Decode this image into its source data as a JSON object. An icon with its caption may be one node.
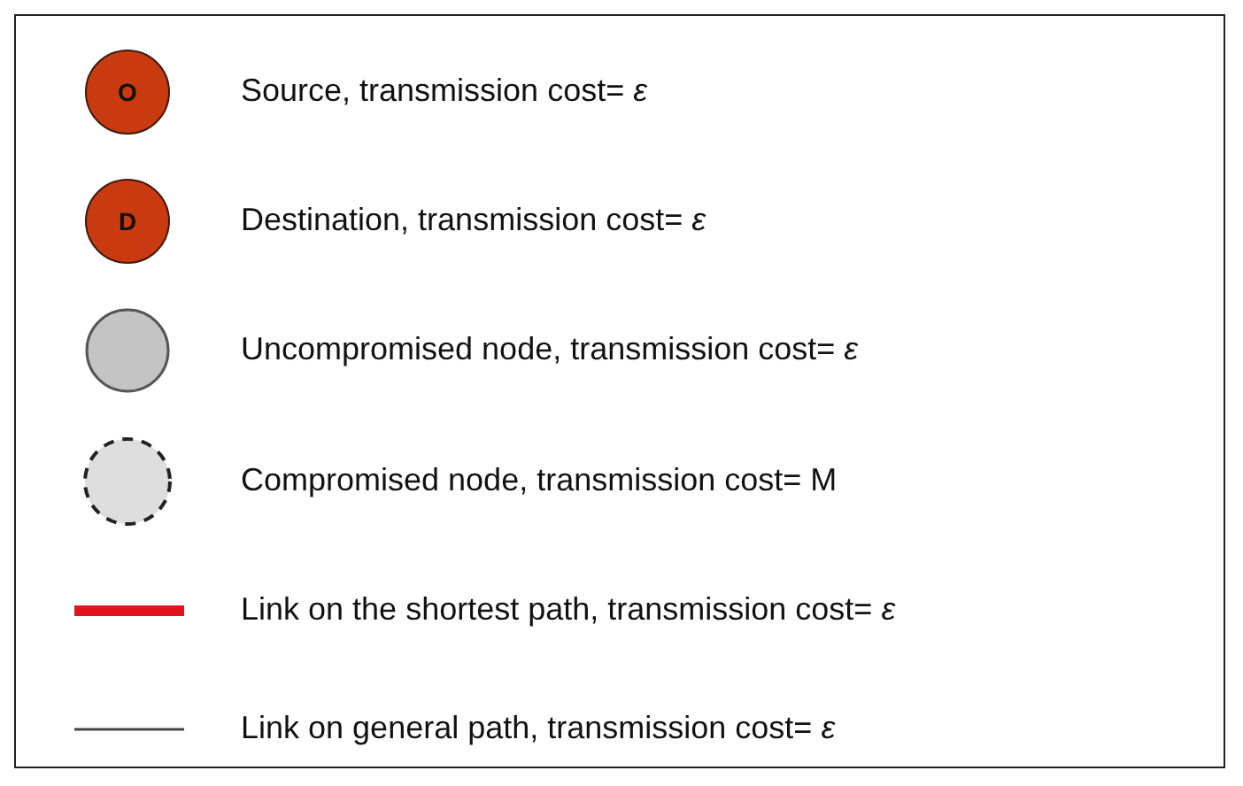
{
  "diagram": {
    "nodes": [
      {
        "text": [
          "O"
        ]
      },
      {
        "text": [
          "D"
        ]
      }
    ],
    "legend": [
      {
        "text": "Source, transmission cost= *ε*"
      },
      {
        "text": "Destination, transmission cost= *ε*"
      },
      {
        "text": "Uncompromised node, transmission cost= *ε*"
      },
      {
        "text": "Compromised node, transmission cost= M"
      },
      {
        "text": "Link on the shortest path, transmission cost= *ε*"
      },
      {
        "text": "Link on general path, transmission cost= *ε*"
      }
    ]
  }
}
